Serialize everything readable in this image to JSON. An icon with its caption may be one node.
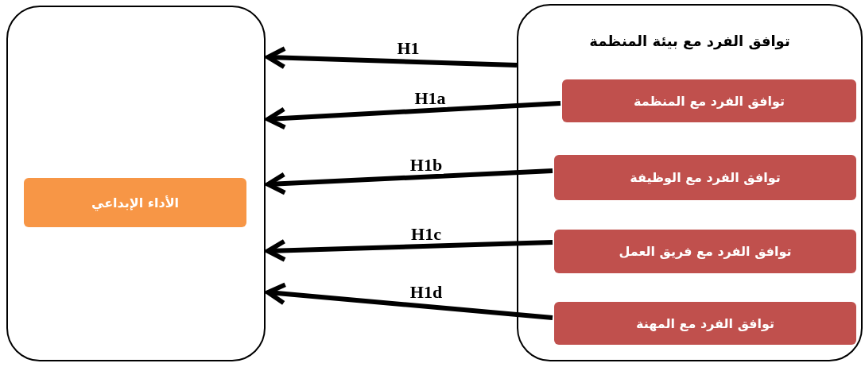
{
  "diagram": {
    "nodes": [
      {
        "text": [],
        "shape": "box"
      },
      {
        "text": [
          "الأداء الإبداعي"
        ],
        "in": 0
      },
      {
        "text": [
          "توافق الفرد مع بيئة المنظمة"
        ]
      },
      {
        "text": [
          "توافق الفرد مع المنظمة"
        ],
        "in": 2
      },
      {
        "text": [
          "توافق الفرد مع الوظيفة"
        ],
        "in": 2
      },
      {
        "text": [
          "توافق الفرد مع فريق العمل"
        ],
        "in": 2
      },
      {
        "text": [
          "توافق الفرد مع المهنة"
        ],
        "in": 2
      }
    ],
    "edges": [
      {
        "from": 2,
        "to": 0,
        "arrow": "to",
        "label": "H1"
      },
      {
        "from": 3,
        "to": 0,
        "arrow": "to",
        "label": "H1a"
      },
      {
        "from": 4,
        "to": 0,
        "arrow": "to",
        "label": "H1b"
      },
      {
        "from": 5,
        "to": 0,
        "arrow": "to",
        "label": "H1c"
      },
      {
        "from": 6,
        "to": 0,
        "arrow": "to",
        "label": "H1d"
      }
    ]
  }
}
